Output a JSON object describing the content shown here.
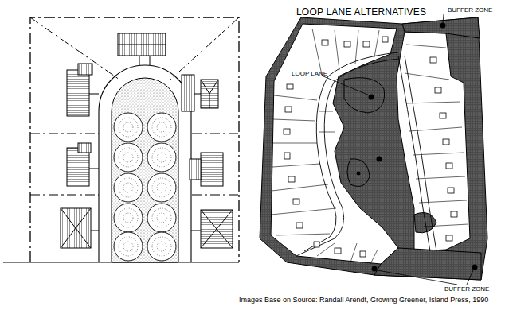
{
  "diagram": {
    "title": "LOOP LANE ALTERNATIVES",
    "caption": "Images Base on Source: Randall Arendt, Growing Greener, Island Press, 1990",
    "labels": [
      "BUFFER ZONE",
      "LOOP LANE",
      "BUFFER ZONE"
    ]
  }
}
